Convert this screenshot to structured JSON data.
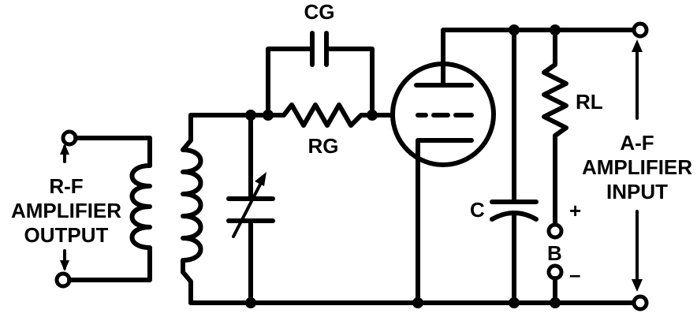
{
  "labels": {
    "cg": "CG",
    "rg": "RG",
    "rl": "RL",
    "c": "C",
    "b": "B",
    "plus": "+",
    "minus": "–",
    "rf_line1": "R-F",
    "rf_line2": "AMPLIFIER",
    "rf_line3": "OUTPUT",
    "af_line1": "A-F",
    "af_line2": "AMPLIFIER",
    "af_line3": "INPUT"
  }
}
